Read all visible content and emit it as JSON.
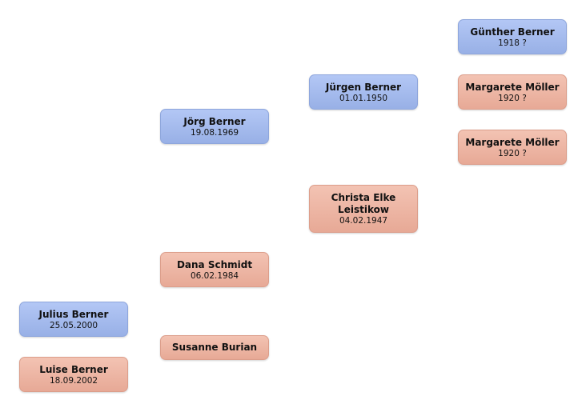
{
  "people": {
    "julius": {
      "name": "Julius Berner",
      "date": "25.05.2000"
    },
    "luise": {
      "name": "Luise Berner",
      "date": "18.09.2002"
    },
    "joerg": {
      "name": "Jörg Berner",
      "date": "19.08.1969"
    },
    "dana": {
      "name": "Dana Schmidt",
      "date": "06.02.1984"
    },
    "susanne": {
      "name": "Susanne Burian"
    },
    "juergen": {
      "name": "Jürgen Berner",
      "date": "01.01.1950"
    },
    "christa": {
      "name": "Christa Elke Leistikow",
      "date": "04.02.1947"
    },
    "guenther": {
      "name": "Günther Berner",
      "date": "1918 ?"
    },
    "margarete1": {
      "name": "Margarete Möller",
      "date": "1920 ?"
    },
    "margarete2": {
      "name": "Margarete Möller",
      "date": "1920 ?"
    }
  },
  "colors": {
    "male": "#a5bbee",
    "female": "#eeb5a3"
  }
}
